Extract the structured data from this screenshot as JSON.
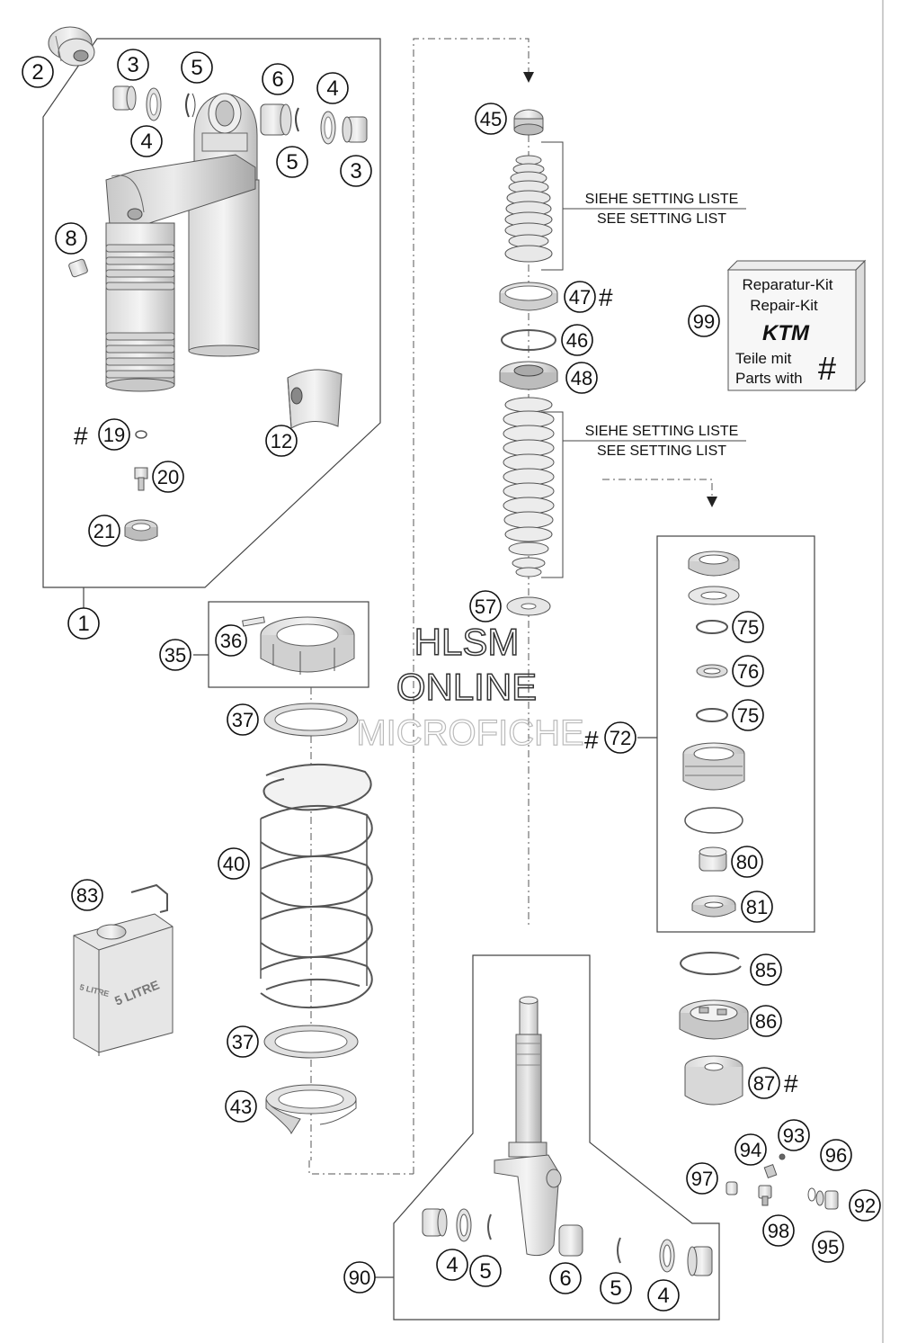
{
  "callouts": [
    "1",
    "2",
    "3",
    "3",
    "4",
    "4",
    "5",
    "5",
    "6",
    "8",
    "12",
    "19",
    "20",
    "21",
    "35",
    "36",
    "37",
    "37",
    "40",
    "43",
    "45",
    "46",
    "47",
    "48",
    "57",
    "72",
    "75",
    "75",
    "76",
    "80",
    "81",
    "83",
    "85",
    "86",
    "87",
    "90",
    "92",
    "93",
    "94",
    "95",
    "96",
    "97",
    "98",
    "99",
    "4",
    "5",
    "6",
    "5",
    "4"
  ],
  "hash_marks": [
    "#",
    "#",
    "#",
    "#",
    "#"
  ],
  "setting_labels": {
    "upper_de": "SIEHE SETTING LISTE",
    "upper_en": "SEE SETTING LIST",
    "lower_de": "SIEHE SETTING LISTE",
    "lower_en": "SEE SETTING LIST"
  },
  "repair_kit": {
    "line1": "Reparatur-Kit",
    "line2": "Repair-Kit",
    "brand": "KTM",
    "line3": "Teile mit",
    "line4": "Parts with",
    "symbol": "#"
  },
  "can_label": "5 LITRE",
  "watermark": {
    "line1": "HLSM",
    "line2": "ONLINE",
    "line3": "MICROFICHE"
  }
}
